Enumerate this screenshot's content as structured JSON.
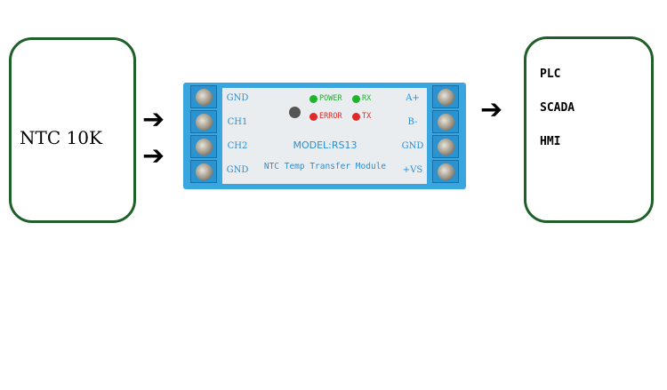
{
  "source": {
    "label": "NTC 10K"
  },
  "targets": [
    "PLC",
    "SCADA",
    "HMI"
  ],
  "module": {
    "model": "MODEL:RS13",
    "name": "NTC Temp Transfer Module",
    "left_terminals": [
      "GND",
      "CH1",
      "CH2",
      "GND"
    ],
    "right_terminals": [
      "A+",
      "B-",
      "GND",
      "+VS"
    ],
    "leds": [
      {
        "label": "POWER",
        "color": "#1fb52a"
      },
      {
        "label": "RX",
        "color": "#1fb52a"
      },
      {
        "label": "ERROR",
        "color": "#e02a2a"
      },
      {
        "label": "TX",
        "color": "#e02a2a"
      }
    ]
  },
  "arrow_glyph": "➔"
}
